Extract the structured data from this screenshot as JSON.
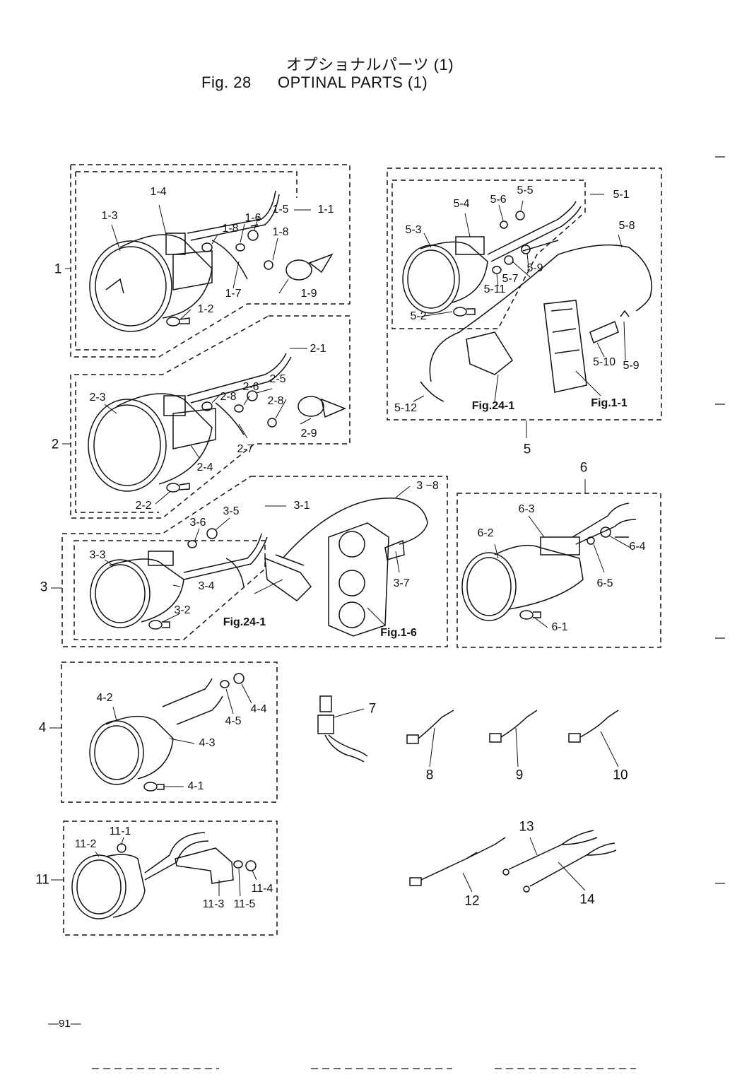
{
  "header": {
    "title_jp": "オプショナルパーツ (1)",
    "fig_number": "Fig. 28",
    "title_en": "OPTINAL PARTS (1)"
  },
  "page_number": "—91—",
  "callouts": {
    "g1": [
      "1",
      "1-1",
      "1-2",
      "1-3",
      "1-4",
      "1-5",
      "1-6",
      "1-7",
      "1-8",
      "1-8",
      "1-9"
    ],
    "g2": [
      "2",
      "2-1",
      "2-2",
      "2-3",
      "2-4",
      "2-5",
      "2-6",
      "2-7",
      "2-8",
      "2-8",
      "2-9"
    ],
    "g3": [
      "3",
      "3-1",
      "3-2",
      "3-3",
      "3-4",
      "3-5",
      "3-6",
      "3-7",
      "3 −8",
      "Fig.24-1",
      "Fig.1-6"
    ],
    "g4": [
      "4",
      "4-1",
      "4-2",
      "4-3",
      "4-4",
      "4-5"
    ],
    "g5": [
      "5",
      "5-1",
      "5-2",
      "5-3",
      "5-4",
      "5-5",
      "5-6",
      "5-7",
      "5-8",
      "5-9",
      "5-9",
      "5-10",
      "5-11",
      "5-12",
      "Fig.24-1",
      "Fig.1-1"
    ],
    "g6": [
      "6",
      "6-1",
      "6-2",
      "6-3",
      "6-4",
      "6-5"
    ],
    "g11": [
      "11",
      "11-1",
      "11-2",
      "11-3",
      "11-4",
      "11-5"
    ],
    "loose": [
      "7",
      "8",
      "9",
      "10",
      "12",
      "13",
      "14"
    ]
  }
}
